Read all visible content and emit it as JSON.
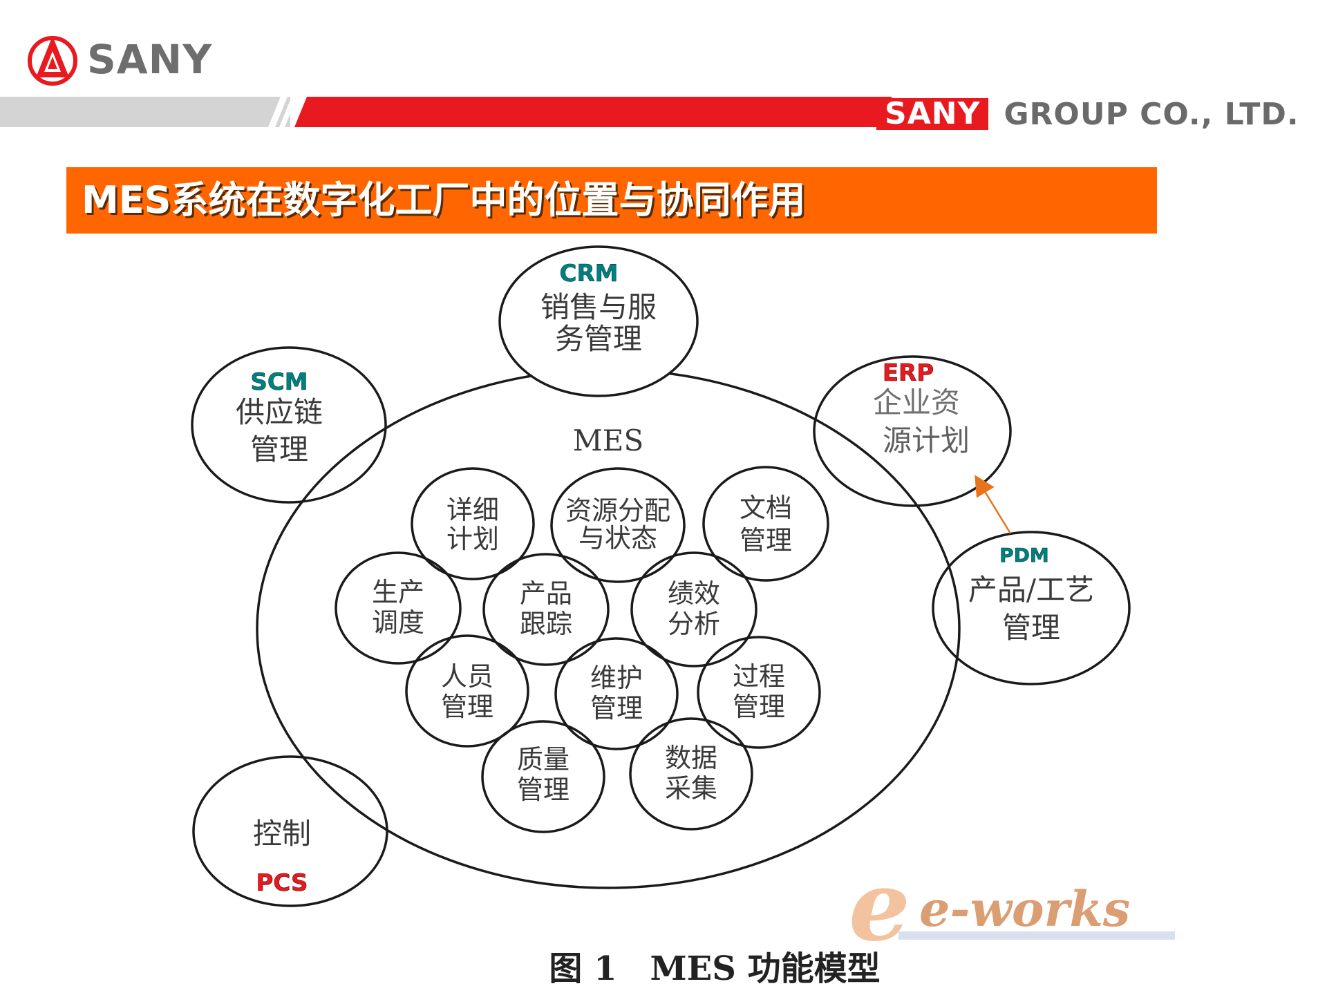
{
  "header": {
    "brand": "SANY",
    "group_sany": "SANY",
    "group_rest": "GROUP CO., LTD."
  },
  "title": "MES系统在数字化工厂中的位置与协同作用",
  "diagram": {
    "core_label": "MES",
    "outer": {
      "crm": {
        "abbr": "CRM",
        "line1": "销售与服",
        "line2": "务管理"
      },
      "scm": {
        "abbr": "SCM",
        "line1": "供应链",
        "line2": "管理"
      },
      "erp": {
        "abbr": "ERP",
        "line1": "企业资",
        "line2": "源计划"
      },
      "pdm": {
        "abbr": "PDM",
        "line1": "产品/工艺",
        "line2": "管理"
      },
      "pcs": {
        "abbr": "PCS",
        "line1": "控制"
      }
    },
    "modules": [
      {
        "line1": "详细",
        "line2": "计划"
      },
      {
        "line1": "资源分配",
        "line2": "与状态"
      },
      {
        "line1": "文档",
        "line2": "管理"
      },
      {
        "line1": "生产",
        "line2": "调度"
      },
      {
        "line1": "产品",
        "line2": "跟踪"
      },
      {
        "line1": "绩效",
        "line2": "分析"
      },
      {
        "line1": "人员",
        "line2": "管理"
      },
      {
        "line1": "维护",
        "line2": "管理"
      },
      {
        "line1": "过程",
        "line2": "管理"
      },
      {
        "line1": "质量",
        "line2": "管理"
      },
      {
        "line1": "数据",
        "line2": "采集"
      }
    ],
    "caption": "图 1　MES 功能模型",
    "watermark": "e-works"
  },
  "colors": {
    "title_bar": "#ff6600",
    "brand_red": "#e8191f",
    "teal": "#008080",
    "arrow": "#e8731c"
  }
}
